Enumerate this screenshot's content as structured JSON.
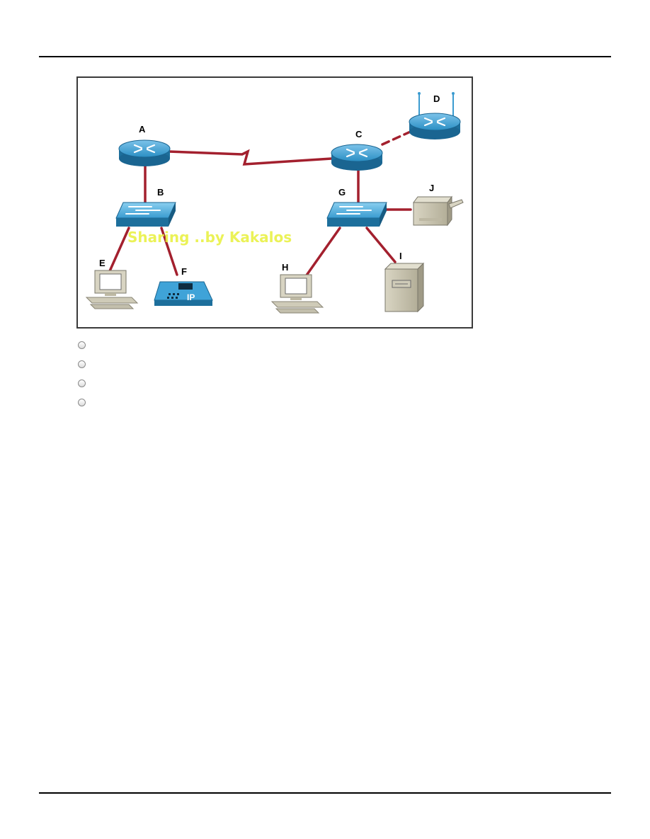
{
  "diagram": {
    "nodes": [
      {
        "id": "A",
        "label": "A",
        "kind": "router"
      },
      {
        "id": "B",
        "label": "B",
        "kind": "switch"
      },
      {
        "id": "C",
        "label": "C",
        "kind": "router"
      },
      {
        "id": "D",
        "label": "D",
        "kind": "wireless-router"
      },
      {
        "id": "E",
        "label": "E",
        "kind": "workstation"
      },
      {
        "id": "F",
        "label": "F",
        "kind": "ip-phone"
      },
      {
        "id": "G",
        "label": "G",
        "kind": "switch"
      },
      {
        "id": "H",
        "label": "H",
        "kind": "workstation"
      },
      {
        "id": "I",
        "label": "I",
        "kind": "server"
      },
      {
        "id": "J",
        "label": "J",
        "kind": "printer"
      }
    ],
    "links": [
      {
        "from": "A",
        "to": "C",
        "type": "serial"
      },
      {
        "from": "C",
        "to": "D",
        "type": "dashed"
      },
      {
        "from": "A",
        "to": "B",
        "type": "ethernet"
      },
      {
        "from": "C",
        "to": "G",
        "type": "ethernet"
      },
      {
        "from": "B",
        "to": "E",
        "type": "ethernet"
      },
      {
        "from": "B",
        "to": "F",
        "type": "ethernet"
      },
      {
        "from": "G",
        "to": "H",
        "type": "ethernet"
      },
      {
        "from": "G",
        "to": "I",
        "type": "ethernet"
      },
      {
        "from": "G",
        "to": "J",
        "type": "ethernet"
      }
    ],
    "phone_badge": "IP",
    "watermark": "Sharing ..by Kakalos",
    "colors": {
      "link": "#a3202e",
      "device_blue": "#2b8fc4",
      "watermark": "#e8f03a"
    }
  },
  "options": [
    {
      "id": "option-1",
      "checked": false
    },
    {
      "id": "option-2",
      "checked": false
    },
    {
      "id": "option-3",
      "checked": false
    },
    {
      "id": "option-4",
      "checked": false
    }
  ]
}
